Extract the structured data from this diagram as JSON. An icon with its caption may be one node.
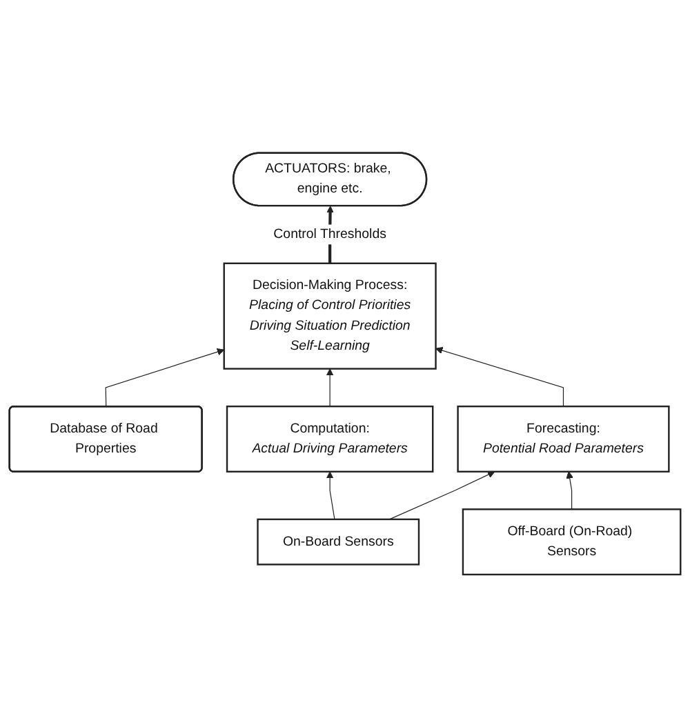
{
  "diagram": {
    "nodes": [
      {
        "text": [
          "ACTUATORS: brake, engine etc."
        ]
      },
      {
        "text": [
          "Decision-Making Process:",
          "Placing of Control Priorities",
          "Driving Situation Prediction",
          "Self-Learning"
        ]
      },
      {
        "text": [
          "Database of Road Properties"
        ]
      },
      {
        "text": [
          "Computation:",
          "Actual Driving Parameters"
        ]
      },
      {
        "text": [
          "Forecasting:",
          "Potential Road Parameters"
        ]
      },
      {
        "text": [
          "On-Board Sensors"
        ]
      },
      {
        "text": [
          "Off-Board (On-Road) Sensors"
        ]
      }
    ],
    "edges": [
      {
        "from": 1,
        "to": 0,
        "arrow": "to",
        "label": "Control Thresholds",
        "style": "thick"
      },
      {
        "from": 2,
        "to": 1,
        "arrow": "to"
      },
      {
        "from": 3,
        "to": 1,
        "arrow": "to"
      },
      {
        "from": 4,
        "to": 1,
        "arrow": "to"
      },
      {
        "from": 5,
        "to": 3,
        "arrow": "to"
      },
      {
        "from": 5,
        "to": 4,
        "arrow": "to"
      },
      {
        "from": 6,
        "to": 4,
        "arrow": "to"
      }
    ]
  }
}
